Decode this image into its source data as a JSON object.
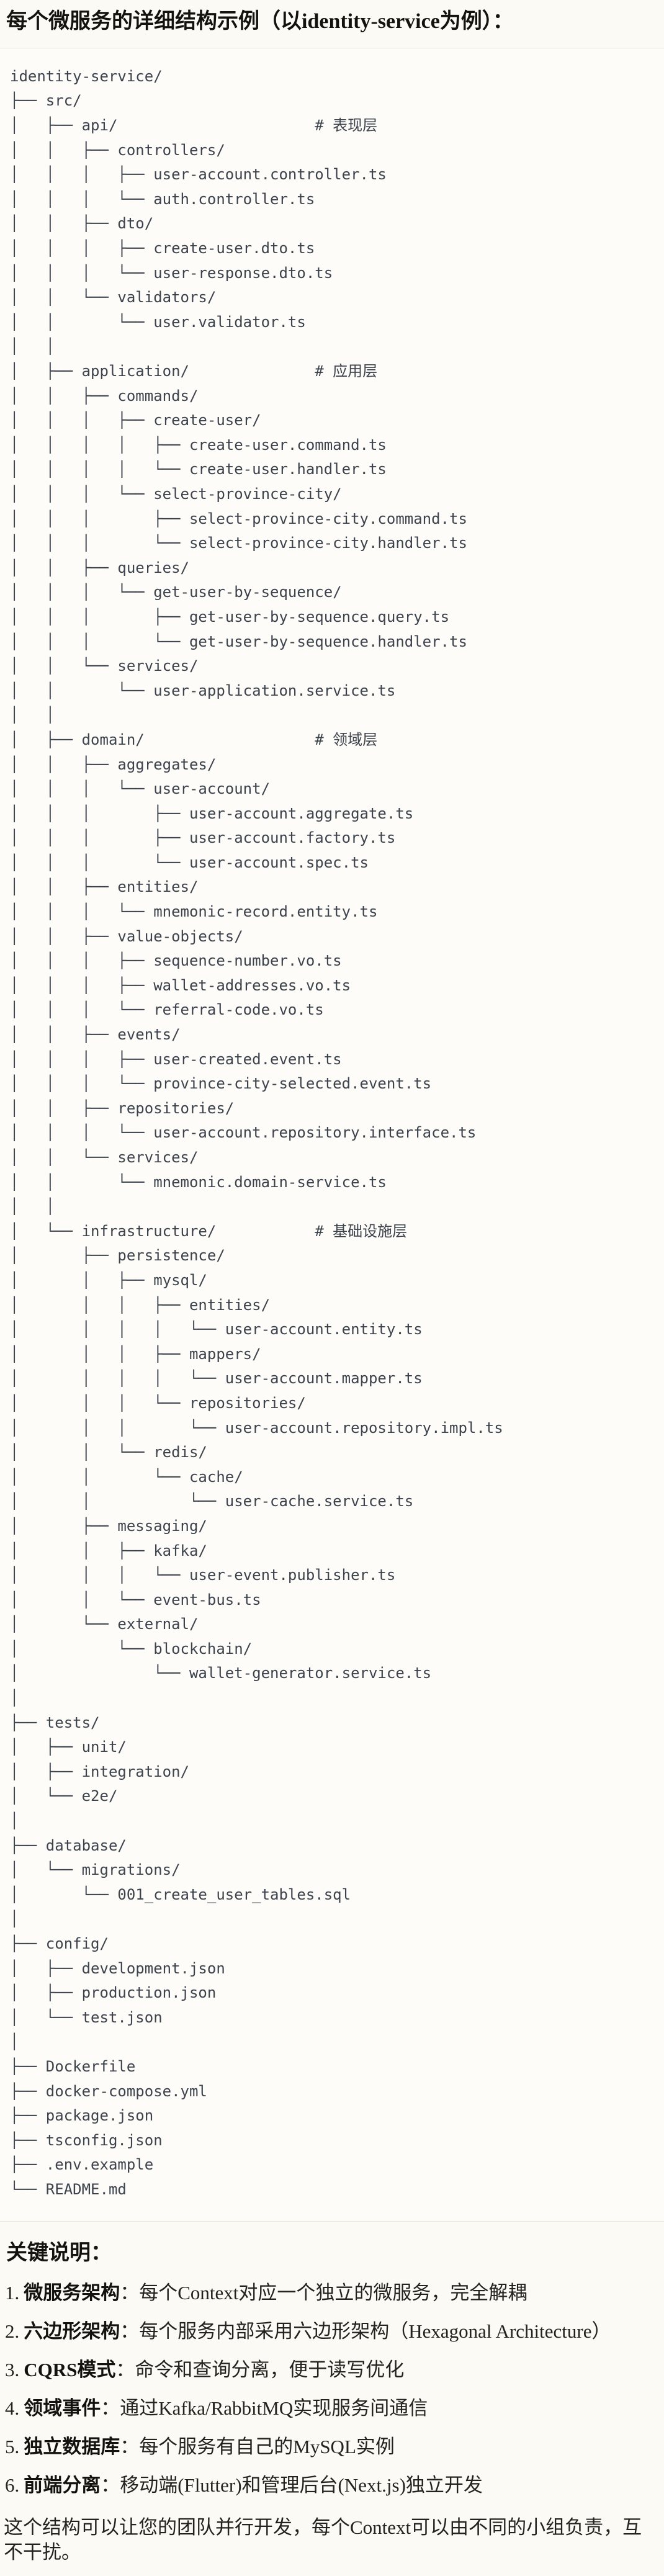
{
  "title": "每个微服务的详细结构示例（以identity-service为例）：",
  "code_block": {
    "language": "plaintext",
    "tree": "identity-service/\n├── src/\n│   ├── api/                      # 表现层\n│   │   ├── controllers/\n│   │   │   ├── user-account.controller.ts\n│   │   │   └── auth.controller.ts\n│   │   ├── dto/\n│   │   │   ├── create-user.dto.ts\n│   │   │   └── user-response.dto.ts\n│   │   └── validators/\n│   │       └── user.validator.ts\n│   │\n│   ├── application/              # 应用层\n│   │   ├── commands/\n│   │   │   ├── create-user/\n│   │   │   │   ├── create-user.command.ts\n│   │   │   │   └── create-user.handler.ts\n│   │   │   └── select-province-city/\n│   │   │       ├── select-province-city.command.ts\n│   │   │       └── select-province-city.handler.ts\n│   │   ├── queries/\n│   │   │   └── get-user-by-sequence/\n│   │   │       ├── get-user-by-sequence.query.ts\n│   │   │       └── get-user-by-sequence.handler.ts\n│   │   └── services/\n│   │       └── user-application.service.ts\n│   │\n│   ├── domain/                   # 领域层\n│   │   ├── aggregates/\n│   │   │   └── user-account/\n│   │   │       ├── user-account.aggregate.ts\n│   │   │       ├── user-account.factory.ts\n│   │   │       └── user-account.spec.ts\n│   │   ├── entities/\n│   │   │   └── mnemonic-record.entity.ts\n│   │   ├── value-objects/\n│   │   │   ├── sequence-number.vo.ts\n│   │   │   ├── wallet-addresses.vo.ts\n│   │   │   └── referral-code.vo.ts\n│   │   ├── events/\n│   │   │   ├── user-created.event.ts\n│   │   │   └── province-city-selected.event.ts\n│   │   ├── repositories/\n│   │   │   └── user-account.repository.interface.ts\n│   │   └── services/\n│   │       └── mnemonic.domain-service.ts\n│   │\n│   └── infrastructure/           # 基础设施层\n│       ├── persistence/\n│       │   ├── mysql/\n│       │   │   ├── entities/\n│       │   │   │   └── user-account.entity.ts\n│       │   │   ├── mappers/\n│       │   │   │   └── user-account.mapper.ts\n│       │   │   └── repositories/\n│       │   │       └── user-account.repository.impl.ts\n│       │   └── redis/\n│       │       └── cache/\n│       │           └── user-cache.service.ts\n│       ├── messaging/\n│       │   ├── kafka/\n│       │   │   └── user-event.publisher.ts\n│       │   └── event-bus.ts\n│       └── external/\n│           └── blockchain/\n│               └── wallet-generator.service.ts\n│\n├── tests/\n│   ├── unit/\n│   ├── integration/\n│   └── e2e/\n│\n├── database/\n│   └── migrations/\n│       └── 001_create_user_tables.sql\n│\n├── config/\n│   ├── development.json\n│   ├── production.json\n│   └── test.json\n│\n├── Dockerfile\n├── docker-compose.yml\n├── package.json\n├── tsconfig.json\n├── .env.example\n└── README.md"
  },
  "notes": {
    "heading": "关键说明：",
    "items": [
      {
        "num": "1.",
        "label": "微服务架构",
        "rest": "：每个Context对应一个独立的微服务，完全解耦"
      },
      {
        "num": "2.",
        "label": "六边形架构",
        "rest": "：每个服务内部采用六边形架构（Hexagonal Architecture）"
      },
      {
        "num": "3.",
        "label": "CQRS模式",
        "rest": "：命令和查询分离，便于读写优化"
      },
      {
        "num": "4.",
        "label": "领域事件",
        "rest": "：通过Kafka/RabbitMQ实现服务间通信"
      },
      {
        "num": "5.",
        "label": "独立数据库",
        "rest": "：每个服务有自己的MySQL实例"
      },
      {
        "num": "6.",
        "label": "前端分离",
        "rest": "：移动端(Flutter)和管理后台(Next.js)独立开发"
      }
    ]
  },
  "footer": "这个结构可以让您的团队并行开发，每个Context可以由不同的小组负责，互不干扰。",
  "colors": {
    "page_bg": "#FBFAF5",
    "code_bg": "#FDFCF9",
    "code_border": "#E7E5DD",
    "code_text": "#3D434C",
    "body_text": "#24221E",
    "heading_text": "#14120F"
  }
}
